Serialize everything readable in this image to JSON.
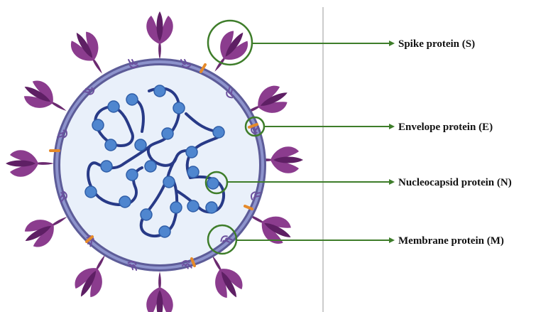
{
  "labels": {
    "spike": "Spike protein (S)",
    "envelope": "Envelope protein (E)",
    "nucleocapsid": "Nucleocapsid protein (N)",
    "membrane": "Membrane protein (M)"
  },
  "colors": {
    "spike_fill": "#8b3c8e",
    "spike_dark": "#5e1f64",
    "membrane_outer": "#5d5c98",
    "membrane_inner": "#8d93cc",
    "interior": "#e9f0fa",
    "rna_strand": "#283a87",
    "nucleocapsid_bead": "#4f86cf",
    "envelope_protein": "#e58a2a",
    "membrane_protein": "#6c4f9e",
    "callout": "#3e7d2a",
    "divider": "#9a9a9a"
  }
}
